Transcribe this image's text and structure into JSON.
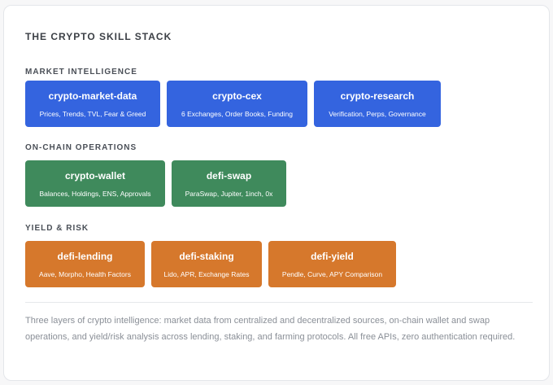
{
  "title": "THE CRYPTO SKILL STACK",
  "colors": {
    "market": "#3464df",
    "onchain": "#3f8a5c",
    "yield": "#d6782c"
  },
  "sections": [
    {
      "label": "MARKET INTELLIGENCE",
      "skills": [
        {
          "name": "crypto-market-data",
          "desc": "Prices, Trends, TVL, Fear & Greed"
        },
        {
          "name": "crypto-cex",
          "desc": "6 Exchanges, Order Books, Funding"
        },
        {
          "name": "crypto-research",
          "desc": "Verification, Perps, Governance"
        }
      ]
    },
    {
      "label": "ON-CHAIN OPERATIONS",
      "skills": [
        {
          "name": "crypto-wallet",
          "desc": "Balances, Holdings, ENS, Approvals"
        },
        {
          "name": "defi-swap",
          "desc": "ParaSwap, Jupiter, 1inch, 0x"
        }
      ]
    },
    {
      "label": "YIELD & RISK",
      "skills": [
        {
          "name": "defi-lending",
          "desc": "Aave, Morpho, Health Factors"
        },
        {
          "name": "defi-staking",
          "desc": "Lido, APR, Exchange Rates"
        },
        {
          "name": "defi-yield",
          "desc": "Pendle, Curve, APY Comparison"
        }
      ]
    }
  ],
  "footer": "Three layers of crypto intelligence: market data from centralized and decentralized sources, on-chain wallet and swap operations, and yield/risk analysis across lending, staking, and farming protocols. All free APIs, zero authentication required."
}
